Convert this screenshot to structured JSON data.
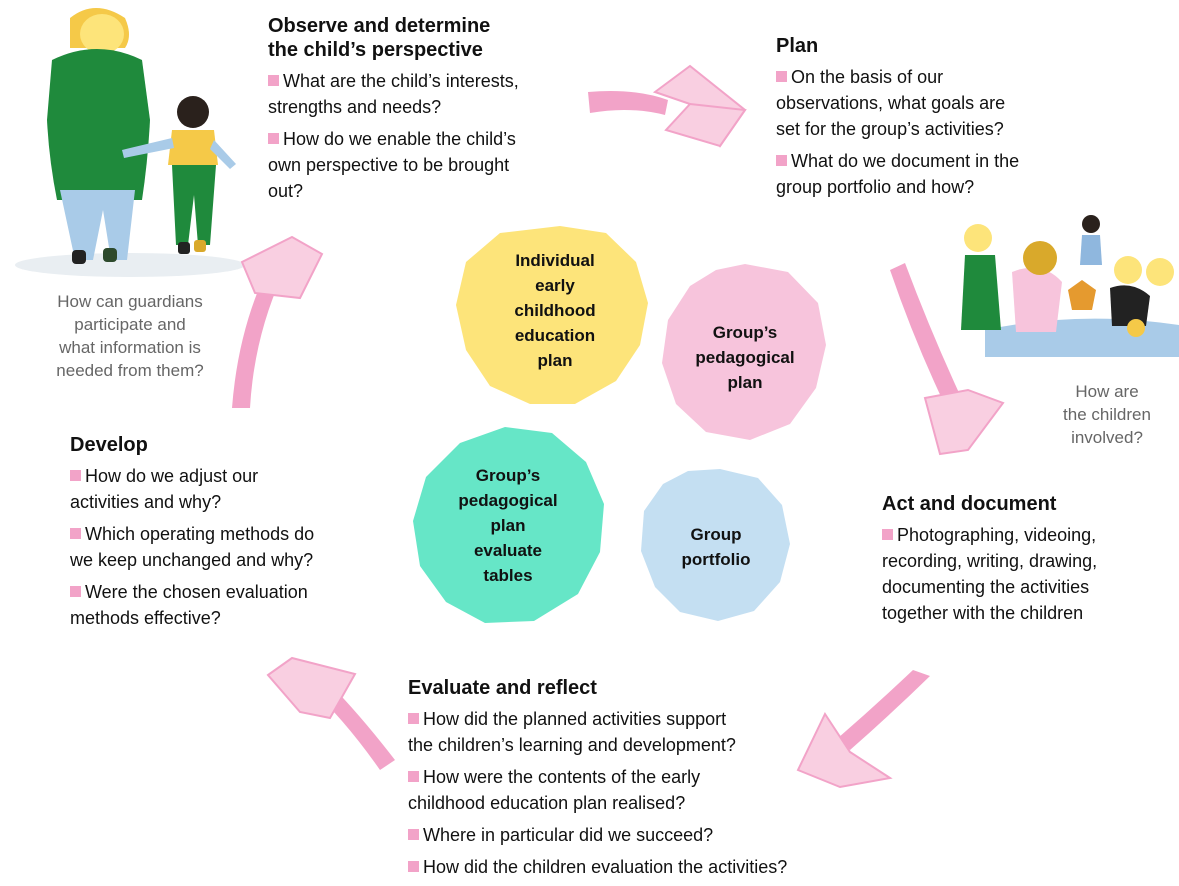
{
  "colors": {
    "arrow": "#f2a3c8",
    "arrow_light": "#f9cfe1",
    "yellow": "#fde47a",
    "pink": "#f7c4dc",
    "teal": "#66e6c7",
    "blue": "#c4dff2",
    "bullet": "#f2a3c8"
  },
  "observe": {
    "title_line1": "Observe and determine",
    "title_line2": "the child’s perspective",
    "q1_line1": "What are the child’s interests,",
    "q1_line2": "strengths and needs?",
    "q2_line1": "How do we enable the child’s",
    "q2_line2": "own perspective to be brought",
    "q2_line3": "out?"
  },
  "plan": {
    "title": "Plan",
    "q1_line1": "On the basis of our",
    "q1_line2": "observations, what goals are",
    "q1_line3": "set for the group’s activities?",
    "q2_line1": "What do we document in the",
    "q2_line2": "group portfolio and how?"
  },
  "act": {
    "title": "Act and document",
    "q1_line1": "Photographing, videoing,",
    "q1_line2": "recording, writing, drawing,",
    "q1_line3": "documenting the activities",
    "q1_line4": "together with the children"
  },
  "evaluate": {
    "title": "Evaluate and reflect",
    "q1_line1": "How did the planned activities support",
    "q1_line2": "the children’s learning and development?",
    "q2_line1": "How were the contents of the early",
    "q2_line2": "childhood education plan realised?",
    "q3": "Where in particular did we succeed?",
    "q4": "How did the children evaluation the activities?"
  },
  "develop": {
    "title": "Develop",
    "q1_line1": "How do we adjust our",
    "q1_line2": "activities and why?",
    "q2_line1": "Which operating methods do",
    "q2_line2": "we keep unchanged and why?",
    "q3_line1": "Were the chosen evaluation",
    "q3_line2": "methods effective?"
  },
  "guardians": {
    "line1": "How can guardians",
    "line2": "participate and",
    "line3": "what information is",
    "line4": "needed from them?"
  },
  "children_q": {
    "line1": "How are",
    "line2": "the children",
    "line3": "involved?"
  },
  "blobs": {
    "individual": {
      "line1": "Individual",
      "line2": "early",
      "line3": "childhood",
      "line4": "education",
      "line5": "plan"
    },
    "group_plan": {
      "line1": "Group’s",
      "line2": "pedagogical",
      "line3": "plan"
    },
    "evaluate_tables": {
      "line1": "Group’s",
      "line2": "pedagogical",
      "line3": "plan",
      "line4": "evaluate",
      "line5": "tables"
    },
    "portfolio": {
      "line1": "Group",
      "line2": "portfolio"
    }
  }
}
